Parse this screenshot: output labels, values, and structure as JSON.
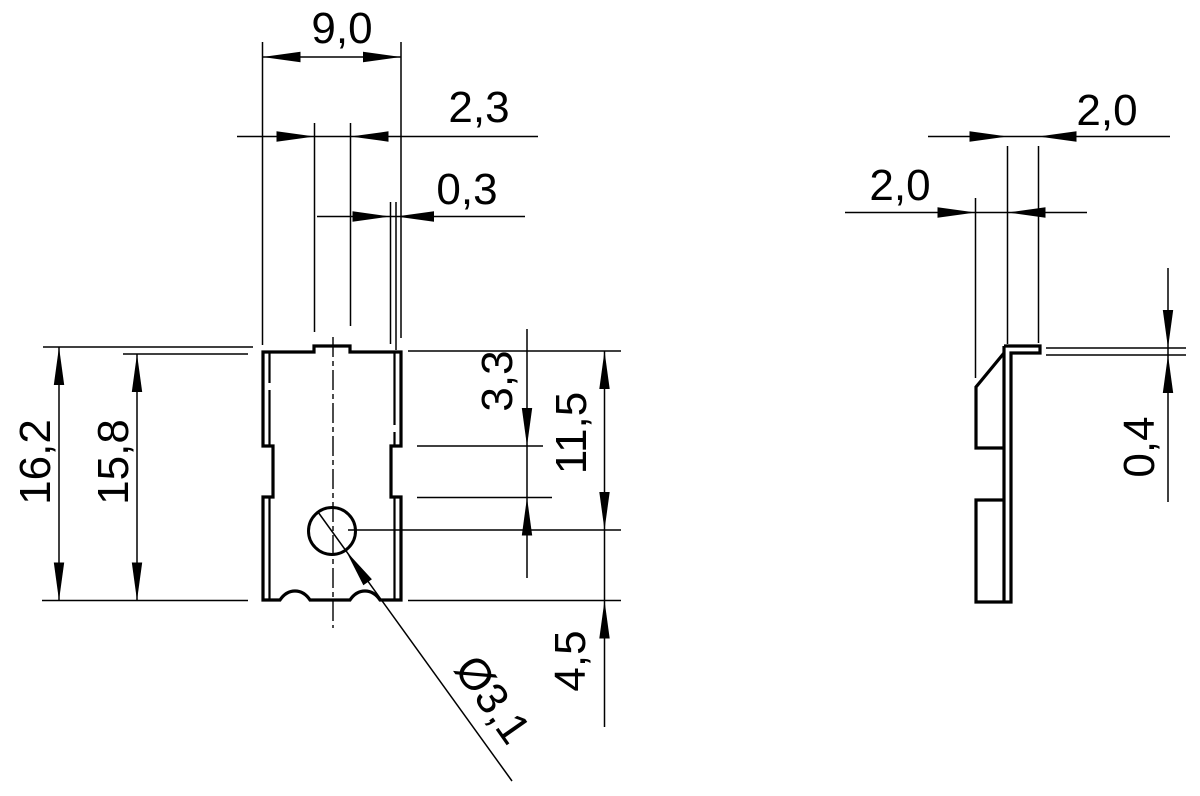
{
  "page": {
    "background": "#ffffff",
    "line_color": "#000000"
  },
  "front_view": {
    "labels": {
      "width": "9,0",
      "tab_width": "2,3",
      "edge_offset": "0,3",
      "overall_height": "16,2",
      "body_height": "15,8",
      "notch_height": "3,3",
      "hole_center_from_top": "11,5",
      "hole_center_to_bottom": "4,5",
      "hole_diameter": "Ø3,1"
    }
  },
  "side_view": {
    "labels": {
      "depth_upper": "2,0",
      "depth_lower": "2,0",
      "material_thickness": "0,4"
    }
  }
}
